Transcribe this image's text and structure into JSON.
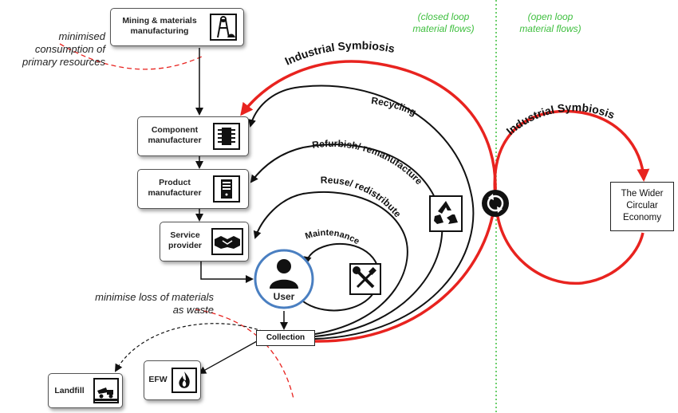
{
  "boxes": {
    "mining": "Mining & materials manufacturing",
    "component": "Component manufacturer",
    "product": "Product manufacturer",
    "service": "Service provider",
    "user": "User",
    "collection": "Collection",
    "efw": "EFW",
    "landfill": "Landfill",
    "wider": "The Wider Circular Economy"
  },
  "loops": {
    "industrial_symbiosis": "Industrial Symbiosis",
    "recycling": "Recycling",
    "refurbish": "Refurbish/ remanufacture",
    "reuse": "Reuse/ redistribute",
    "maintenance": "Maintenance"
  },
  "notes": {
    "primary_resources": "minimised consumption of primary resources",
    "loss_waste": "minimise loss of materials as waste",
    "closed_loop": "(closed loop material flows)",
    "open_loop": "(open loop material flows)"
  },
  "icons": {
    "mining": "mine-headframe-icon",
    "component": "microchip-icon",
    "product": "computer-tower-icon",
    "service": "handshake-icon",
    "user": "person-icon",
    "recycle": "recycle-icon",
    "tools": "wrench-screwdriver-icon",
    "sync": "circular-arrows-icon",
    "efw": "flame-icon",
    "landfill": "dump-truck-icon"
  },
  "colors": {
    "symbiosis": "#e8231f",
    "loops": "#111111",
    "divider": "#3fbf3f",
    "user_ring": "#4a7fc1",
    "boundary": "#e8231f"
  }
}
